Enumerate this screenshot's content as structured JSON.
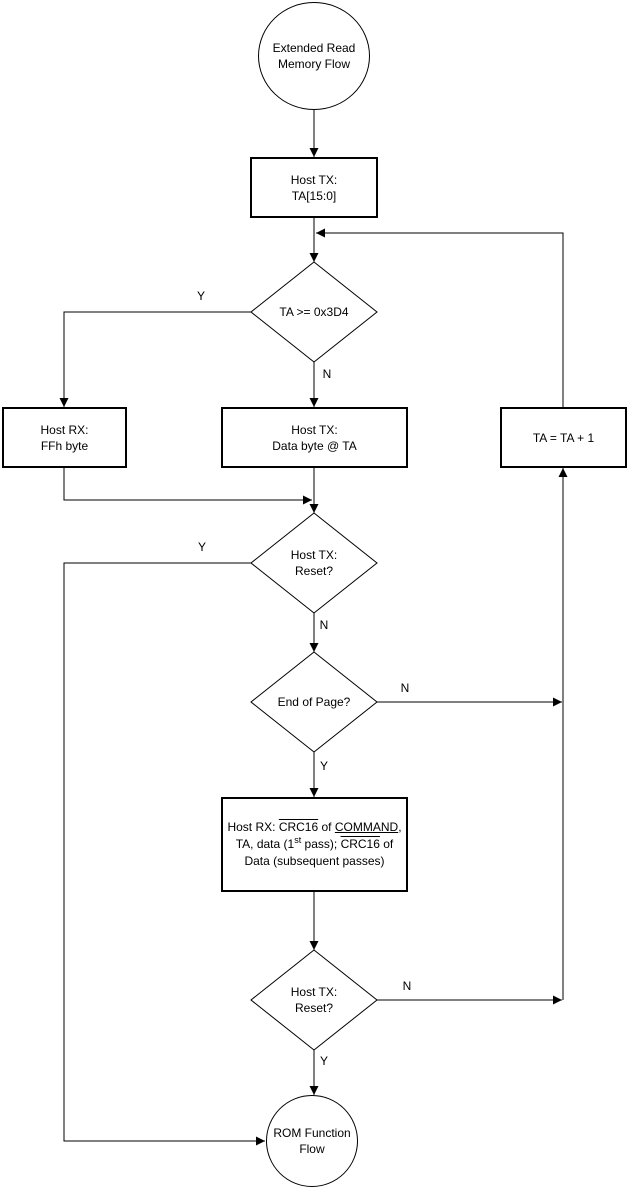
{
  "diagram": {
    "type": "flowchart",
    "colors": {
      "line": "#000000",
      "background": "#ffffff",
      "text": "#000000"
    }
  },
  "nodes": {
    "start": {
      "label": "Extended Read\nMemory Flow"
    },
    "host_tx_ta": {
      "label": "Host TX:\nTA[15:0]"
    },
    "ta_check": {
      "label": "TA >= 0x3D4"
    },
    "host_rx_ffh": {
      "label": "Host RX:\nFFh byte"
    },
    "host_tx_data": {
      "label": "Host TX:\nData byte @ TA"
    },
    "ta_increment": {
      "label": "TA = TA + 1"
    },
    "reset_check_1": {
      "label": "Host TX:\nReset?"
    },
    "end_of_page": {
      "label": "End of Page?"
    },
    "crc": {
      "line1": {
        "prefix": "Host RX: ",
        "crc16": "CRC16",
        "mid": " of ",
        "command": "COMMAND",
        "suffix": ","
      },
      "line2": {
        "prefix": "TA, data (1",
        "sup": "st",
        "mid": " pass); ",
        "crc16": "CRC16",
        "suffix": " of"
      },
      "line3": "Data (subsequent passes)"
    },
    "reset_check_2": {
      "label": "Host TX:\nReset?"
    },
    "end": {
      "label": "ROM Function\nFlow"
    }
  },
  "edge_labels": {
    "ta_check_yes": "Y",
    "ta_check_no": "N",
    "reset1_yes": "Y",
    "reset1_no": "N",
    "end_of_page_no": "N",
    "end_of_page_yes": "Y",
    "reset2_no": "N",
    "reset2_yes": "Y"
  }
}
